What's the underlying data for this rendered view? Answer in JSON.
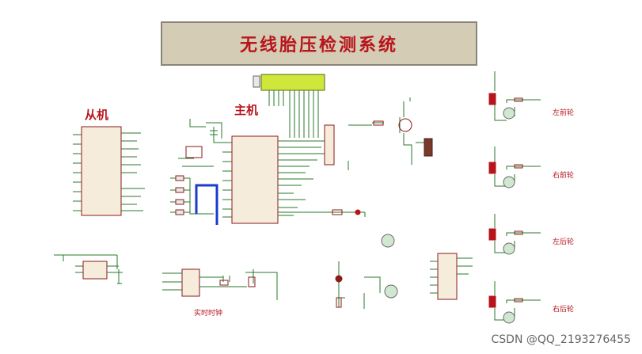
{
  "title": "无线胎压检测系统",
  "labels": {
    "slave": "从机",
    "master": "主机",
    "rtc": "实时时钟",
    "front_left": "左前轮",
    "front_right": "右前轮",
    "rear_left": "左后轮",
    "rear_right": "右后轮"
  },
  "watermark": "CSDN @QQ_2193276455",
  "colors": {
    "title_bg": "#d4ccb4",
    "title_text": "#b8141c",
    "wire": "#2a7a2a",
    "highlight_wire": "#1a3cc8",
    "component": "#8b1a1a",
    "lcd": "#cfe63a"
  }
}
